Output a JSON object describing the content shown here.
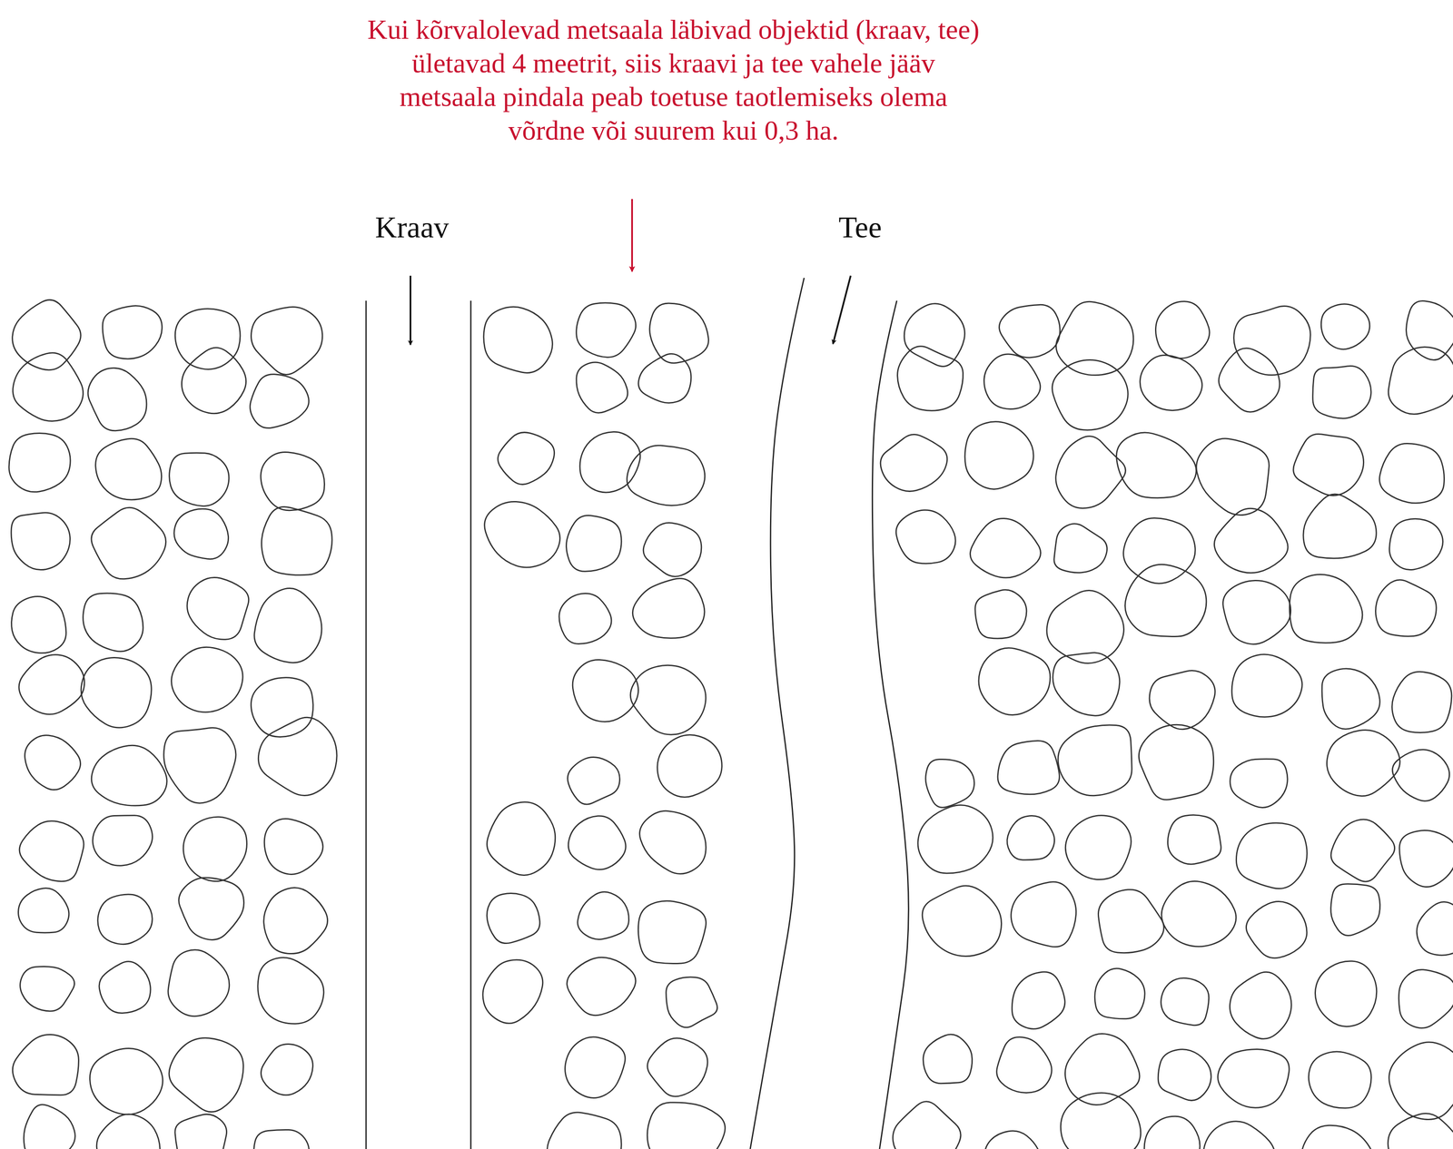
{
  "diagram": {
    "labels": [
      "Kui kõrvalolevad metsaala läbivad objektid (kraav, tee) ületavad 4 meetrit, siis kraavi ja tee vahele jääv metsaala pindala peab toetuse taotlemiseks olema võrdne või suurem kui 0,3 ha.",
      "Kraav",
      "Tee"
    ]
  }
}
